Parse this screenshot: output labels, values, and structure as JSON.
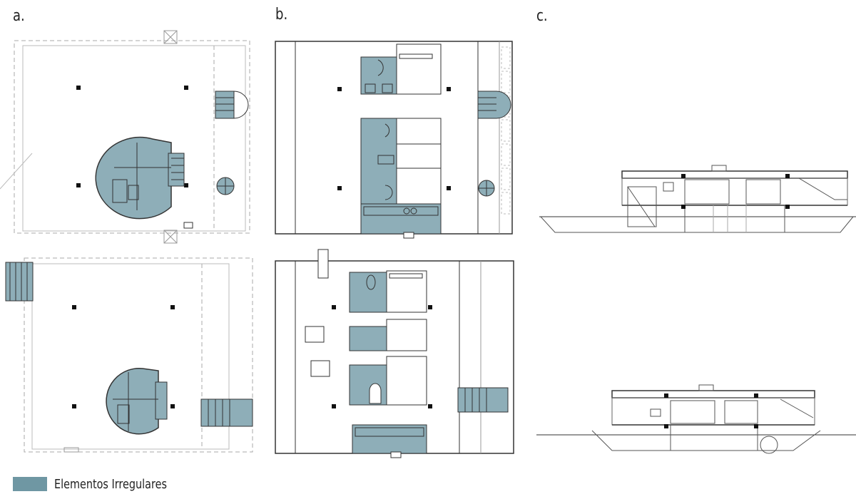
{
  "labels": {
    "a": "a.",
    "b": "b.",
    "c": "c."
  },
  "legend": {
    "text": "Elementos Irregulares",
    "color": "#6f97a3"
  },
  "colors": {
    "fill": "#8eaeb8",
    "line": "#333333",
    "light": "#b8b8b8",
    "dash": "#9a9a9a"
  }
}
